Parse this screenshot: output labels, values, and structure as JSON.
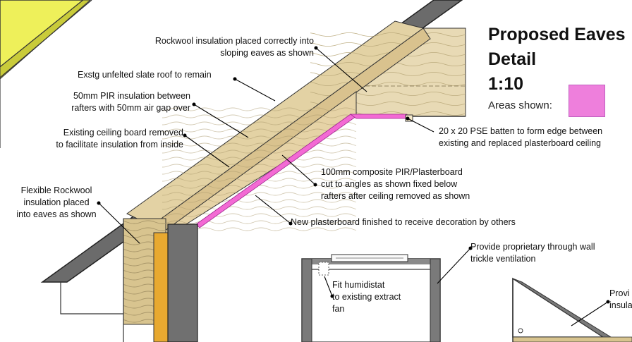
{
  "title": {
    "line1": "Proposed Eaves",
    "line2": "Detail",
    "scale": "1:10",
    "legend_label": "Areas shown:"
  },
  "colors": {
    "highlight_area": "#ee7fdc",
    "roof_slate": "#6b6b6b",
    "timber": "#e3d2a4",
    "insulation_yellow": "#eef05a",
    "wall": "#707070",
    "pink_board": "#f36ad4"
  },
  "annotations": {
    "rockwool_sloping": "Rockwool insulation placed correctly into\nsloping eaves as shown",
    "slate_roof": "Exstg unfelted slate roof to remain",
    "pir_rafters": "50mm PIR insulation between\nrafters with 50mm air gap over",
    "ceiling_removed": "Existing ceiling board removed\nto facilitate insulation from inside",
    "pse_batten": "20 x 20 PSE batten to form edge between\nexisting and replaced plasterboard ceiling",
    "composite_pir": "100mm composite PIR/Plasterboard\ncut to angles as shown fixed below\nrafters after ceiling removed as shown",
    "flexible_rockwool": "Flexible Rockwool\ninsulation placed\ninto eaves as shown",
    "new_plasterboard": "New plasterboard finished to receive decoration by others",
    "trickle_vent": "Provide proprietary through wall\ntrickle ventilation",
    "humidistat": "Fit humidistat\nto existing extract\nfan",
    "provide_cut": "Provi\ninsula"
  }
}
